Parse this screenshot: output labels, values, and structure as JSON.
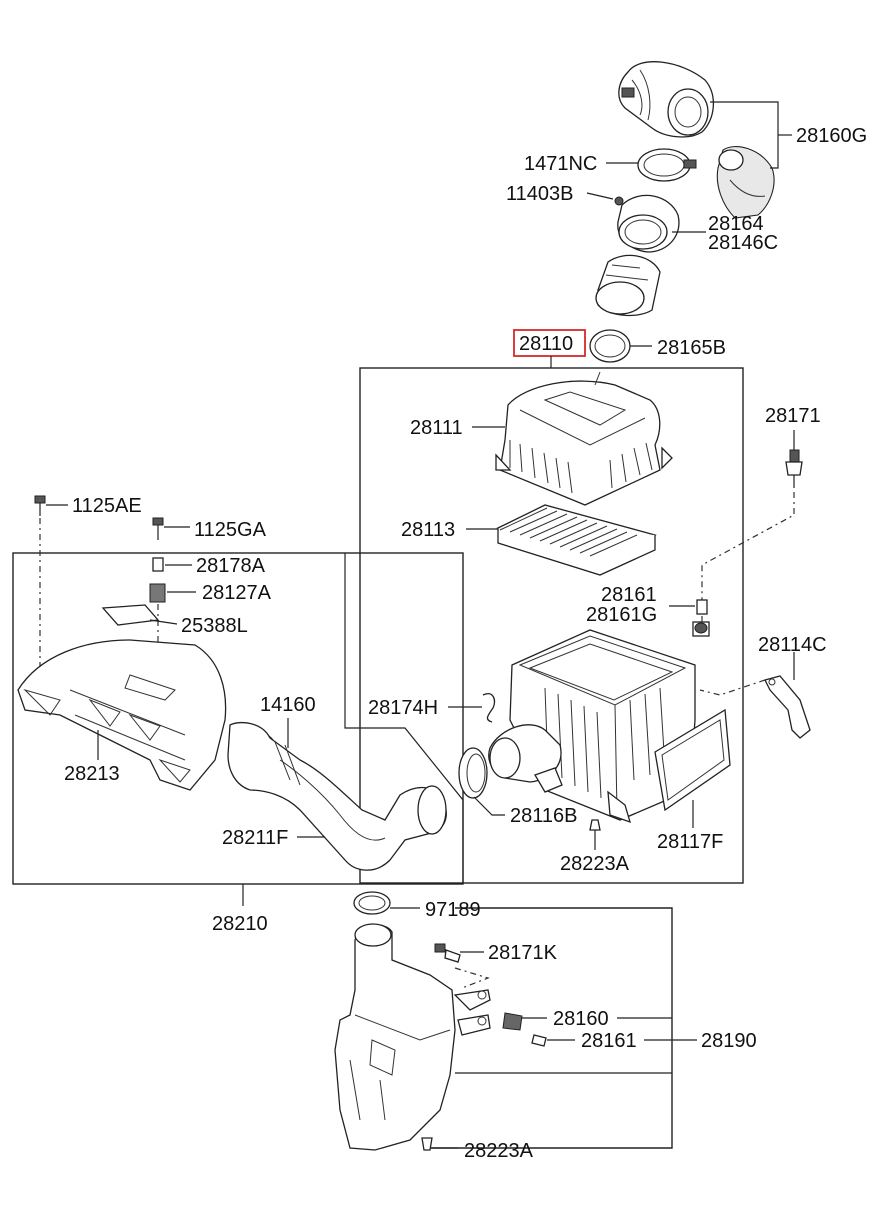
{
  "labels": {
    "l28160G": "28160G",
    "l1471NC": "1471NC",
    "l11403B": "11403B",
    "l28164": "28164",
    "l28146C": "28146C",
    "l28110": "28110",
    "l28165B": "28165B",
    "l28111": "28111",
    "l28171": "28171",
    "l28113": "28113",
    "l28161a": "28161",
    "l28161G": "28161G",
    "l28114C": "28114C",
    "l28174H": "28174H",
    "l28116B": "28116B",
    "l28117F": "28117F",
    "l28223Aa": "28223A",
    "l1125AE": "1125AE",
    "l1125GA": "1125GA",
    "l28178A": "28178A",
    "l28127A": "28127A",
    "l25388L": "25388L",
    "l14160": "14160",
    "l28213": "28213",
    "l28211F": "28211F",
    "l28210": "28210",
    "l97189": "97189",
    "l28171K": "28171K",
    "l28160": "28160",
    "l28161b": "28161",
    "l28190": "28190",
    "l28223Ab": "28223A"
  },
  "colors": {
    "highlight_box": "#d62a2a",
    "line": "#222222"
  }
}
